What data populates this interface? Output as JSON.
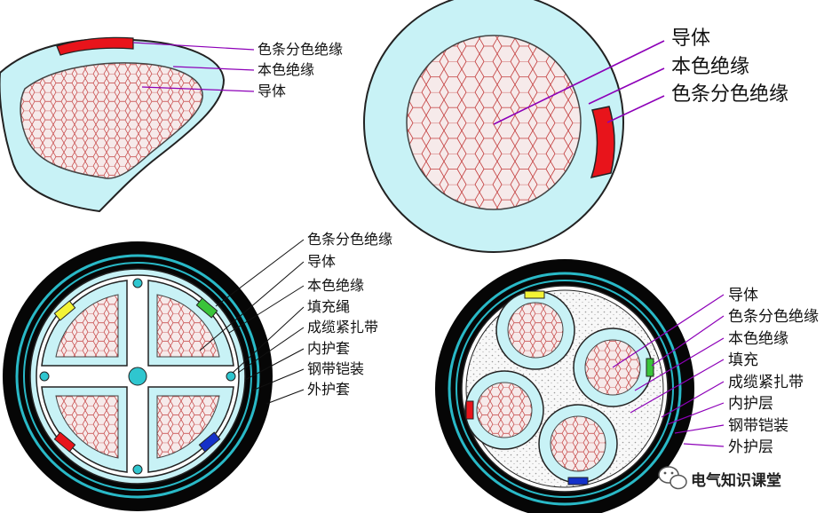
{
  "colors": {
    "insulation": "#c8f2f6",
    "conductor_fill": "#f6eaea",
    "conductor_mesh": "#c23a3a",
    "color_stripe_red": "#e8141b",
    "leader_line": "#8d00b8",
    "sheath": "#060606",
    "armor_ring": "#29b9c7",
    "stripe_yellow": "#f3f335",
    "stripe_green": "#3ac43a",
    "stripe_blue": "#1431c9",
    "filler_dots": "#c9c9c9"
  },
  "diagrams": {
    "sector_core": {
      "labels": [
        "色条分色绝缘",
        "本色绝缘",
        "导体"
      ]
    },
    "round_core": {
      "labels": [
        "导体",
        "本色绝缘",
        "色条分色绝缘"
      ]
    },
    "four_sector_cable": {
      "labels": [
        "色条分色绝缘",
        "导体",
        "本色绝缘",
        "填充绳",
        "成缆紧扎带",
        "内护套",
        "钢带铠装",
        "外护套"
      ]
    },
    "four_round_cable": {
      "labels": [
        "导体",
        "色条分色绝缘",
        "本色绝缘",
        "填充",
        "成缆紧扎带",
        "内护层",
        "钢带铠装",
        "外护层"
      ]
    }
  },
  "watermark": {
    "icon": "wechat-icon",
    "text": "电气知识课堂"
  }
}
